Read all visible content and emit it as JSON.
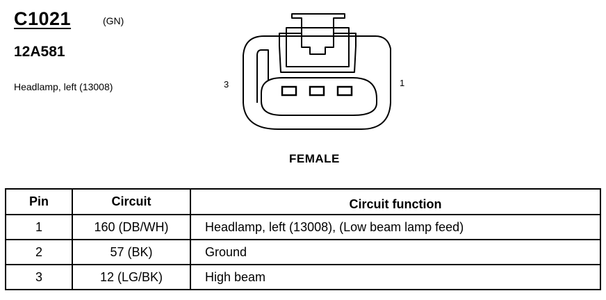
{
  "header": {
    "connector_id": "C1021",
    "color_code": "(GN)",
    "part_number": "12A581",
    "location": "Headlamp, left (13008)"
  },
  "diagram": {
    "pin_label_left": "3",
    "pin_label_right": "1",
    "gender": "FEMALE",
    "cavity_count": 3
  },
  "table": {
    "columns": [
      "Pin",
      "Circuit",
      "Circuit function"
    ],
    "rows": [
      {
        "pin": "1",
        "circuit": "160 (DB/WH)",
        "function": "Headlamp, left (13008), (Low beam lamp feed)"
      },
      {
        "pin": "2",
        "circuit": "57 (BK)",
        "function": "Ground"
      },
      {
        "pin": "3",
        "circuit": "12 (LG/BK)",
        "function": "High beam"
      }
    ]
  }
}
